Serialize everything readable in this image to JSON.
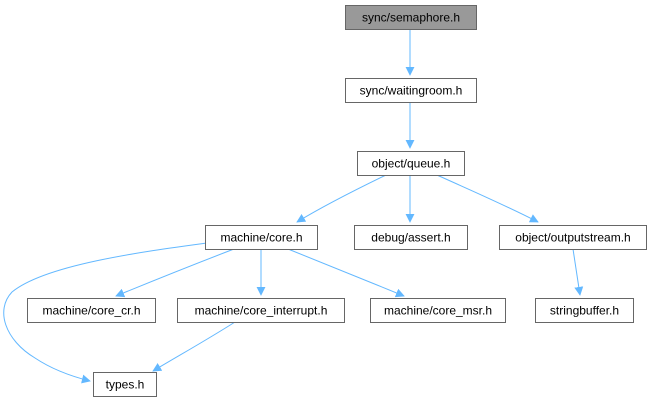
{
  "nodes": [
    {
      "id": "semaphore",
      "label": "sync/semaphore.h",
      "highlighted": true
    },
    {
      "id": "waitingroom",
      "label": "sync/waitingroom.h",
      "highlighted": false
    },
    {
      "id": "queue",
      "label": "object/queue.h",
      "highlighted": false
    },
    {
      "id": "core",
      "label": "machine/core.h",
      "highlighted": false
    },
    {
      "id": "assert",
      "label": "debug/assert.h",
      "highlighted": false
    },
    {
      "id": "outputstream",
      "label": "object/outputstream.h",
      "highlighted": false
    },
    {
      "id": "core_cr",
      "label": "machine/core_cr.h",
      "highlighted": false
    },
    {
      "id": "core_interrupt",
      "label": "machine/core_interrupt.h",
      "highlighted": false
    },
    {
      "id": "core_msr",
      "label": "machine/core_msr.h",
      "highlighted": false
    },
    {
      "id": "stringbuffer",
      "label": "stringbuffer.h",
      "highlighted": false
    },
    {
      "id": "types",
      "label": "types.h",
      "highlighted": false
    }
  ],
  "edges": [
    {
      "from": "semaphore",
      "to": "waitingroom"
    },
    {
      "from": "waitingroom",
      "to": "queue"
    },
    {
      "from": "queue",
      "to": "core"
    },
    {
      "from": "queue",
      "to": "assert"
    },
    {
      "from": "queue",
      "to": "outputstream"
    },
    {
      "from": "core",
      "to": "core_cr"
    },
    {
      "from": "core",
      "to": "core_interrupt"
    },
    {
      "from": "core",
      "to": "core_msr"
    },
    {
      "from": "core",
      "to": "types"
    },
    {
      "from": "outputstream",
      "to": "stringbuffer"
    },
    {
      "from": "core_interrupt",
      "to": "types"
    }
  ],
  "colors": {
    "edge": "#63b8ff",
    "node_border": "#666666",
    "node_fill": "#ffffff",
    "highlight_fill": "#999999"
  }
}
